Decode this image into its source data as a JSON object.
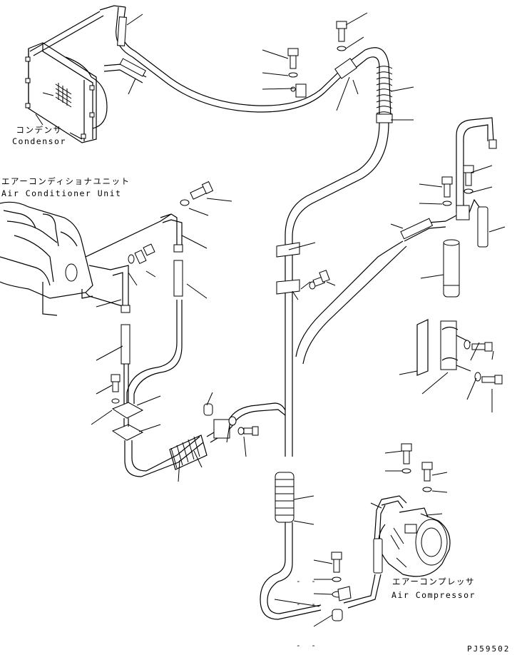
{
  "labels": {
    "condenser_jp": "コンデンサ",
    "condenser_en": "Condensor",
    "ac_unit_jp": "エアーコンディショナユニット",
    "ac_unit_en": "Air Conditioner Unit",
    "compressor_jp": "エアーコンプレッサ",
    "compressor_en": "Air Compressor"
  },
  "drawing_code": "PJ59502",
  "marks": {
    "dash_a": "- -",
    "dash_b": "- -",
    "dash_c": "- -"
  },
  "icons": {
    "condenser": "condenser-unit-icon",
    "ac_unit": "air-conditioner-unit-icon",
    "compressor": "air-compressor-icon",
    "receiver": "receiver-drier-icon",
    "bolt": "bolt-icon",
    "washer": "washer-icon",
    "clamp": "clamp-icon"
  }
}
